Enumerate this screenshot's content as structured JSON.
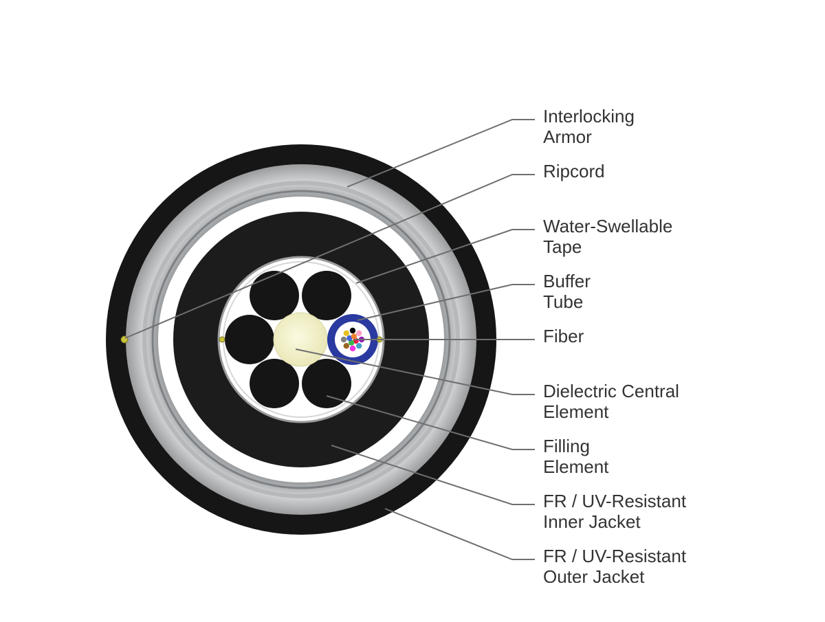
{
  "diagram": {
    "colors": {
      "outer_jacket": "#161616",
      "armor": "#a9abad",
      "armor_light": "#c9cbcd",
      "inner_jacket": "#1c1c1c",
      "tape_ring": "#ffffff",
      "filling_element": "#151515",
      "central_element": "#f4f2c8",
      "buffer_tube": "#2a3aa0",
      "leader_line": "#6e6e6e",
      "ripcord": "#c9c23a",
      "label_text": "#333333"
    },
    "fiber_colors": [
      "#e6194b",
      "#3cb44b",
      "#4363d8",
      "#f58231",
      "#911eb4",
      "#46a0c8",
      "#f032e6",
      "#9a6324",
      "#808080",
      "#e8c020",
      "#000000",
      "#ff9ec4"
    ],
    "callouts": [
      {
        "id": "interlocking-armor",
        "lines": [
          "Interlocking",
          "Armor"
        ]
      },
      {
        "id": "ripcord",
        "lines": [
          "Ripcord"
        ]
      },
      {
        "id": "water-swellable-tape",
        "lines": [
          "Water-Swellable",
          "Tape"
        ]
      },
      {
        "id": "buffer-tube",
        "lines": [
          "Buffer",
          "Tube"
        ]
      },
      {
        "id": "fiber",
        "lines": [
          "Fiber"
        ]
      },
      {
        "id": "dielectric-central-element",
        "lines": [
          "Dielectric Central",
          "Element"
        ]
      },
      {
        "id": "filling-element",
        "lines": [
          "Filling",
          "Element"
        ]
      },
      {
        "id": "inner-jacket",
        "lines": [
          "FR / UV-Resistant",
          "Inner Jacket"
        ]
      },
      {
        "id": "outer-jacket",
        "lines": [
          "FR / UV-Resistant",
          "Outer Jacket"
        ]
      }
    ]
  }
}
